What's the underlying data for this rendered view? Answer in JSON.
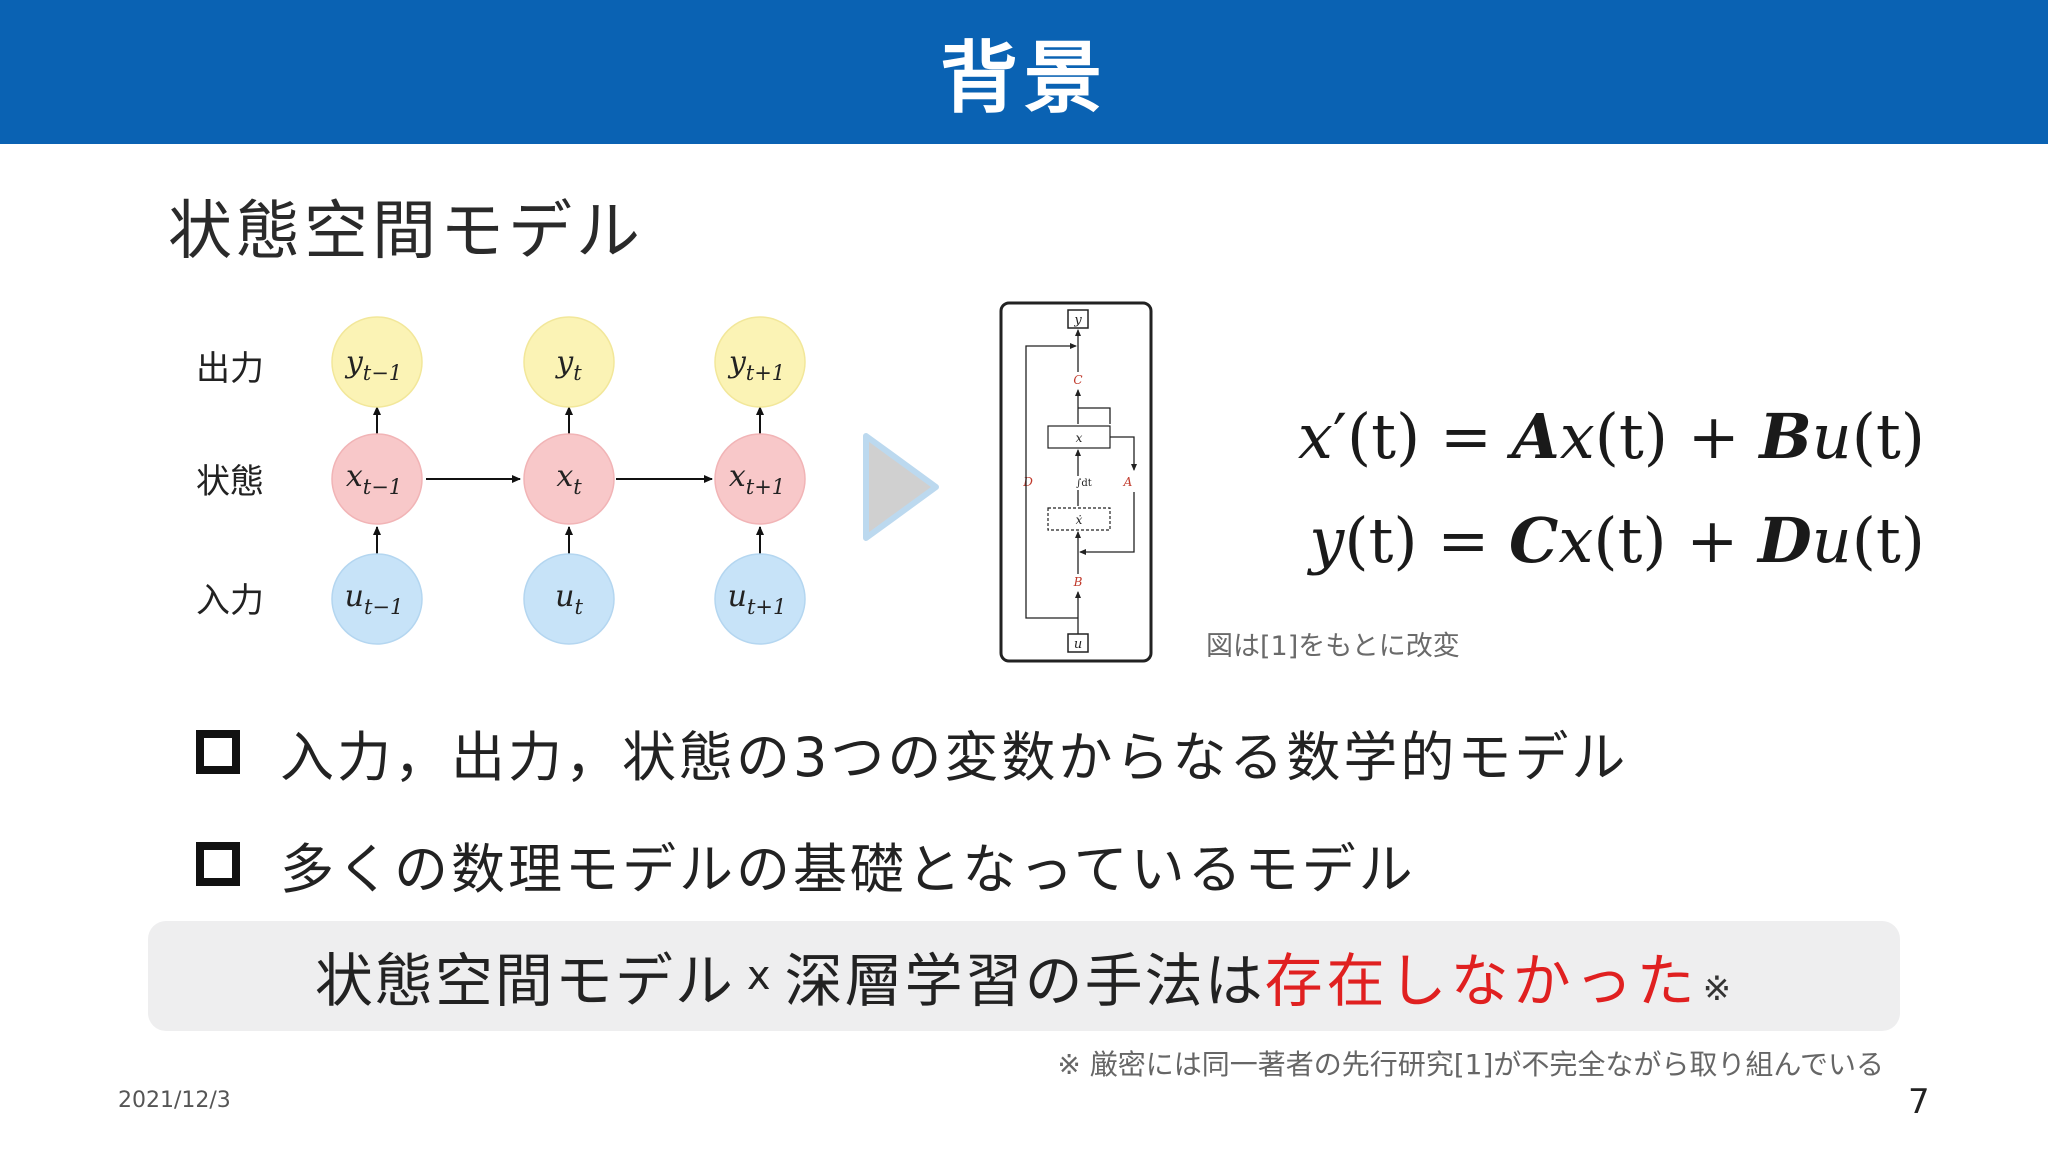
{
  "header": {
    "title": "背景"
  },
  "section_title": "状態空間モデル",
  "diagram": {
    "row_labels": {
      "output": "出力",
      "state": "状態",
      "input": "入力"
    },
    "outputs": [
      {
        "base": "y",
        "sub": "t−1"
      },
      {
        "base": "y",
        "sub": "t"
      },
      {
        "base": "y",
        "sub": "t+1"
      }
    ],
    "states": [
      {
        "base": "x",
        "sub": "t−1"
      },
      {
        "base": "x",
        "sub": "t"
      },
      {
        "base": "x",
        "sub": "t+1"
      }
    ],
    "inputs": [
      {
        "base": "u",
        "sub": "t−1"
      },
      {
        "base": "u",
        "sub": "t"
      },
      {
        "base": "u",
        "sub": "t+1"
      }
    ],
    "colors": {
      "output_fill": "#fbf3b5",
      "state_fill": "#f8c8c9",
      "input_fill": "#c7e3f8",
      "arrow": "#111111",
      "play_fill": "#d0d0d0",
      "play_outline": "#bcd9ef"
    }
  },
  "ssm_block": {
    "labels": {
      "y": "y",
      "u": "u",
      "C": "C",
      "B": "B",
      "D": "D",
      "A": "A",
      "x": "x",
      "x_dot": "ẋ",
      "integral": "∫dt"
    },
    "colors": {
      "matrix_label": "#c0392b",
      "frame": "#222222"
    }
  },
  "equations": {
    "line1": {
      "lhs_var": "x",
      "lhs_rest": "′(t) = ",
      "m1": "A",
      "v1": "x",
      "t1": "(t) + ",
      "m2": "B",
      "v2": "u",
      "t2": "(t)"
    },
    "line2": {
      "lhs_var": "y",
      "lhs_rest": "(t) = ",
      "m1": "C",
      "v1": "x",
      "t1": "(t) + ",
      "m2": "D",
      "v2": "u",
      "t2": "(t)"
    }
  },
  "figure_caption": "図は[1]をもとに改変",
  "bullets": [
    "入力，出力，状態の3つの変数からなる数学的モデル",
    "多くの数理モデルの基礎となっているモデル"
  ],
  "highlight": {
    "part1": "状態空間モデル",
    "times": "x",
    "part2": "深層学習の手法は",
    "emphasis": "存在しなかった",
    "note": "※",
    "emphasis_color": "#e02020"
  },
  "footnote": "※ 厳密には同一著者の先行研究[1]が不完全ながら取り組んでいる",
  "footer": {
    "date": "2021/12/3",
    "page_number": "7"
  }
}
